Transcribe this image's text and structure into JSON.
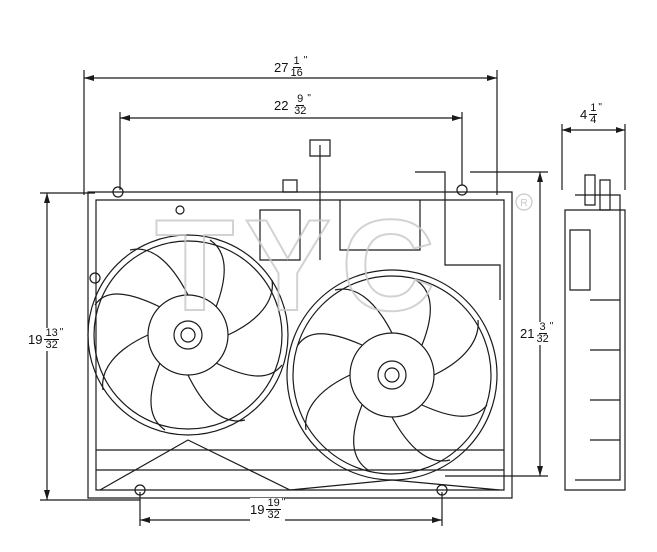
{
  "dimensions": {
    "overall_width": {
      "whole": "27",
      "num": "1",
      "den": "16",
      "unit": "\""
    },
    "mount_width": {
      "whole": "22",
      "num": "9",
      "den": "32",
      "unit": "\""
    },
    "depth": {
      "whole": "4",
      "num": "1",
      "den": "4",
      "unit": "\""
    },
    "left_height": {
      "whole": "19",
      "num": "13",
      "den": "32",
      "unit": "\""
    },
    "right_height": {
      "whole": "21",
      "num": "3",
      "den": "32",
      "unit": "\""
    },
    "bottom_width": {
      "whole": "19",
      "num": "19",
      "den": "32",
      "unit": "\""
    }
  },
  "watermark": {
    "text": "TYC",
    "registered": "®"
  },
  "colors": {
    "line": "#1a1a1a",
    "watermark": "#c8c8c8"
  }
}
